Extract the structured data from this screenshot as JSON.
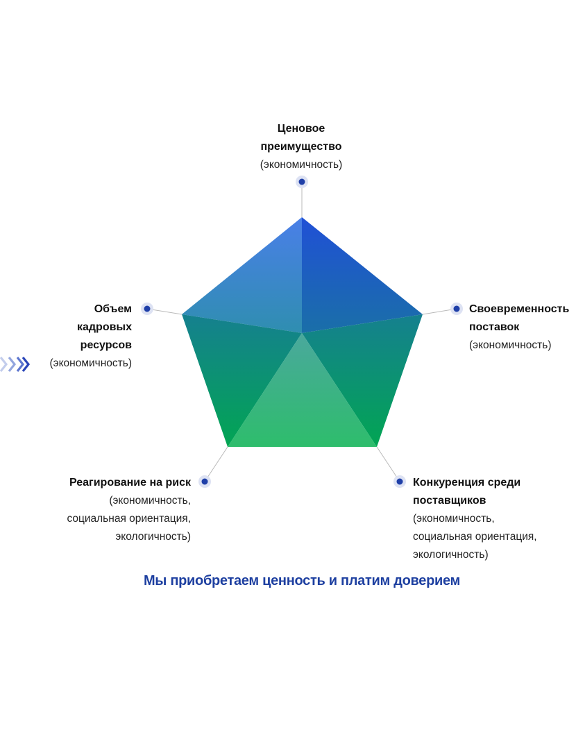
{
  "axes": [
    {
      "id": "top",
      "title_lines": [
        "Ценовое",
        "преимущество"
      ],
      "sub_lines": [
        "(экономичность)"
      ]
    },
    {
      "id": "right",
      "title_lines": [
        "Своевременность",
        "поставок"
      ],
      "sub_lines": [
        "(экономичность)"
      ]
    },
    {
      "id": "bottom-right",
      "title_lines": [
        "Конкуренция среди",
        "поставщиков"
      ],
      "sub_lines": [
        "(экономичность,",
        "социальная ориентация,",
        "экологичность)"
      ]
    },
    {
      "id": "bottom-left",
      "title_lines": [
        "Реагирование на риск"
      ],
      "sub_lines": [
        "(экономичность,",
        "социальная ориентация,",
        "экологичность)"
      ]
    },
    {
      "id": "left",
      "title_lines": [
        "Объем",
        "кадровых",
        "ресурсов"
      ],
      "sub_lines": [
        "(экономичность)"
      ]
    }
  ],
  "tagline": "Мы приобретаем ценность и платим доверием",
  "colors": {
    "blue": "#2456d8",
    "teal": "#138a96",
    "green": "#03a35a",
    "light_green": "#35bb78",
    "dot": "#1f3fa8",
    "dot_halo": "#dde2f3",
    "tagline": "#1d3fa0"
  },
  "icons": [
    "chevron-right-icon"
  ]
}
